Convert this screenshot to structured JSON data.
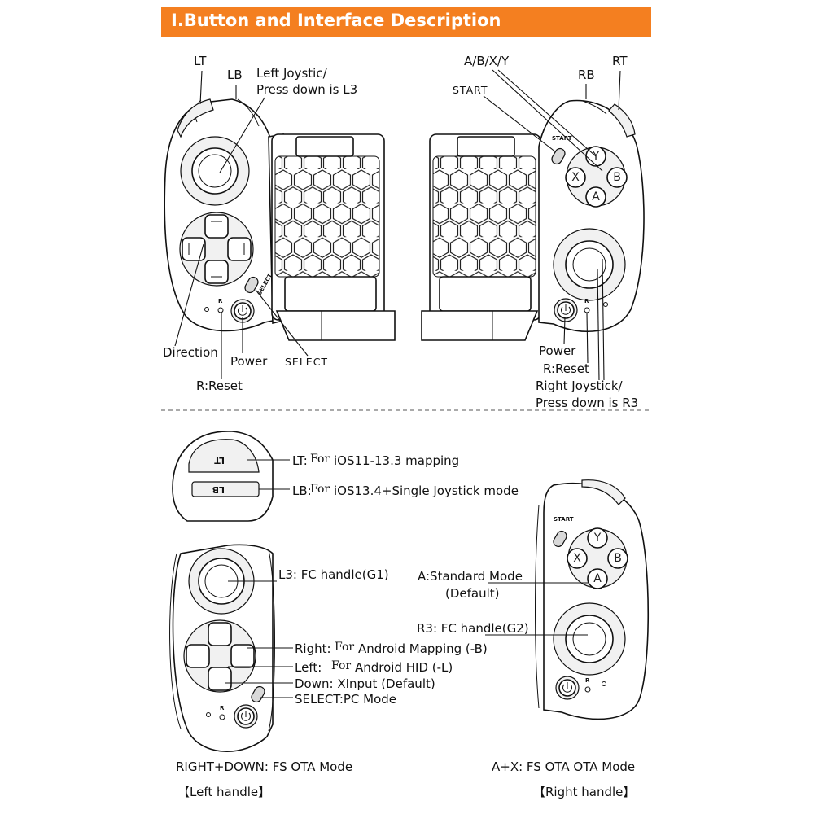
{
  "header": {
    "title": "Ⅰ.Button and Interface Description",
    "bar_color": "#f47f20"
  },
  "top_labels": {
    "lt": "LT",
    "lb": "LB",
    "left_joystick_1": "Left Joystic/",
    "left_joystick_2": "Press down is L3",
    "direction": "Direction",
    "power_left": "Power",
    "select": "SELECT",
    "reset_left": "R:Reset",
    "abxy": "A/B/X/Y",
    "start": "START",
    "rb": "RB",
    "rt": "RT",
    "power_right": "Power",
    "reset_right": "R:Reset",
    "right_joystick_1": "Right Joystick/",
    "right_joystick_2": "Press down is R3"
  },
  "device_marks": {
    "start_small": "START",
    "select_small": "SELECT",
    "reset_small": "R",
    "lt_key": "LT",
    "lb_key": "LB"
  },
  "face_buttons": {
    "y": "Y",
    "x": "X",
    "b": "B",
    "a": "A"
  },
  "bottom_labels": {
    "lt_prefix": "LT:",
    "lt_for": "For",
    "lt_text": "iOS11-13.3 mapping",
    "lb_prefix": "LB:",
    "lb_for": "For",
    "lb_text": "iOS13.4+Single Joystick mode",
    "l3": "L3: FC handle(G1)",
    "right_prefix": "Right:",
    "right_for": "For",
    "right_text": "Android Mapping  (-B)",
    "left_prefix": "Left: ",
    "left_for": "For",
    "left_text": "Android HID  (-L)",
    "down": "Down: XInput  (Default)",
    "select_mode": "SELECT:PC Mode",
    "a_mode_1": "A:Standard Mode",
    "a_mode_2": "(Default)",
    "r3": "R3: FC handle(G2)",
    "right_down": "RIGHT+DOWN:  FS OTA Mode",
    "a_x": "A+X:  FS OTA OTA Mode",
    "left_handle": "【Left handle】",
    "right_handle": "【Right handle】"
  }
}
